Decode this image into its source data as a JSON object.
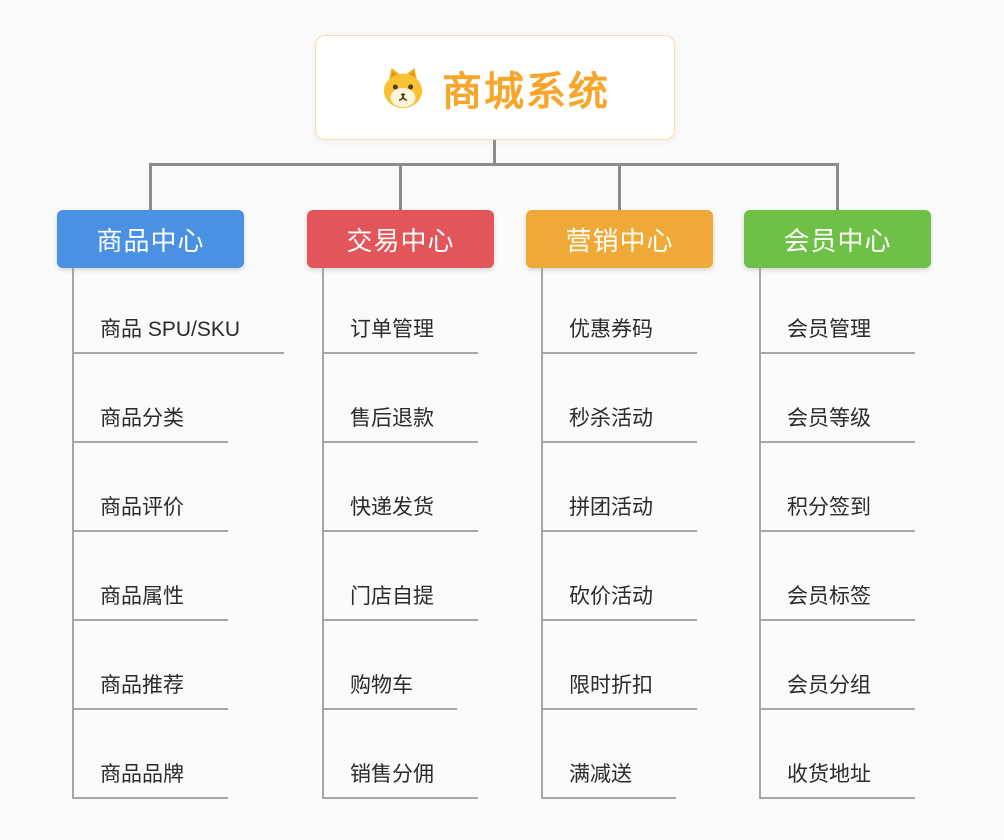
{
  "root": {
    "title": "商城系统",
    "icon": "dog-icon"
  },
  "branches": [
    {
      "label": "商品中心",
      "color": "#4a91e4",
      "items": [
        "商品 SPU/SKU",
        "商品分类",
        "商品评价",
        "商品属性",
        "商品推荐",
        "商品品牌"
      ]
    },
    {
      "label": "交易中心",
      "color": "#e25558",
      "items": [
        "订单管理",
        "售后退款",
        "快递发货",
        "门店自提",
        "购物车",
        "销售分佣"
      ]
    },
    {
      "label": "营销中心",
      "color": "#efa937",
      "items": [
        "优惠券码",
        "秒杀活动",
        "拼团活动",
        "砍价活动",
        "限时折扣",
        "满减送"
      ]
    },
    {
      "label": "会员中心",
      "color": "#6fc046",
      "items": [
        "会员管理",
        "会员等级",
        "积分签到",
        "会员标签",
        "会员分组",
        "收货地址"
      ]
    }
  ],
  "colors": {
    "root_title": "#f7a62b",
    "root_border": "#f6ddb0",
    "connector": "#8c8c8c",
    "leaf_line": "#a6a6a6",
    "branch_blue": "#4a91e4",
    "branch_red": "#e25558",
    "branch_orange": "#efa937",
    "branch_green": "#6fc046"
  }
}
